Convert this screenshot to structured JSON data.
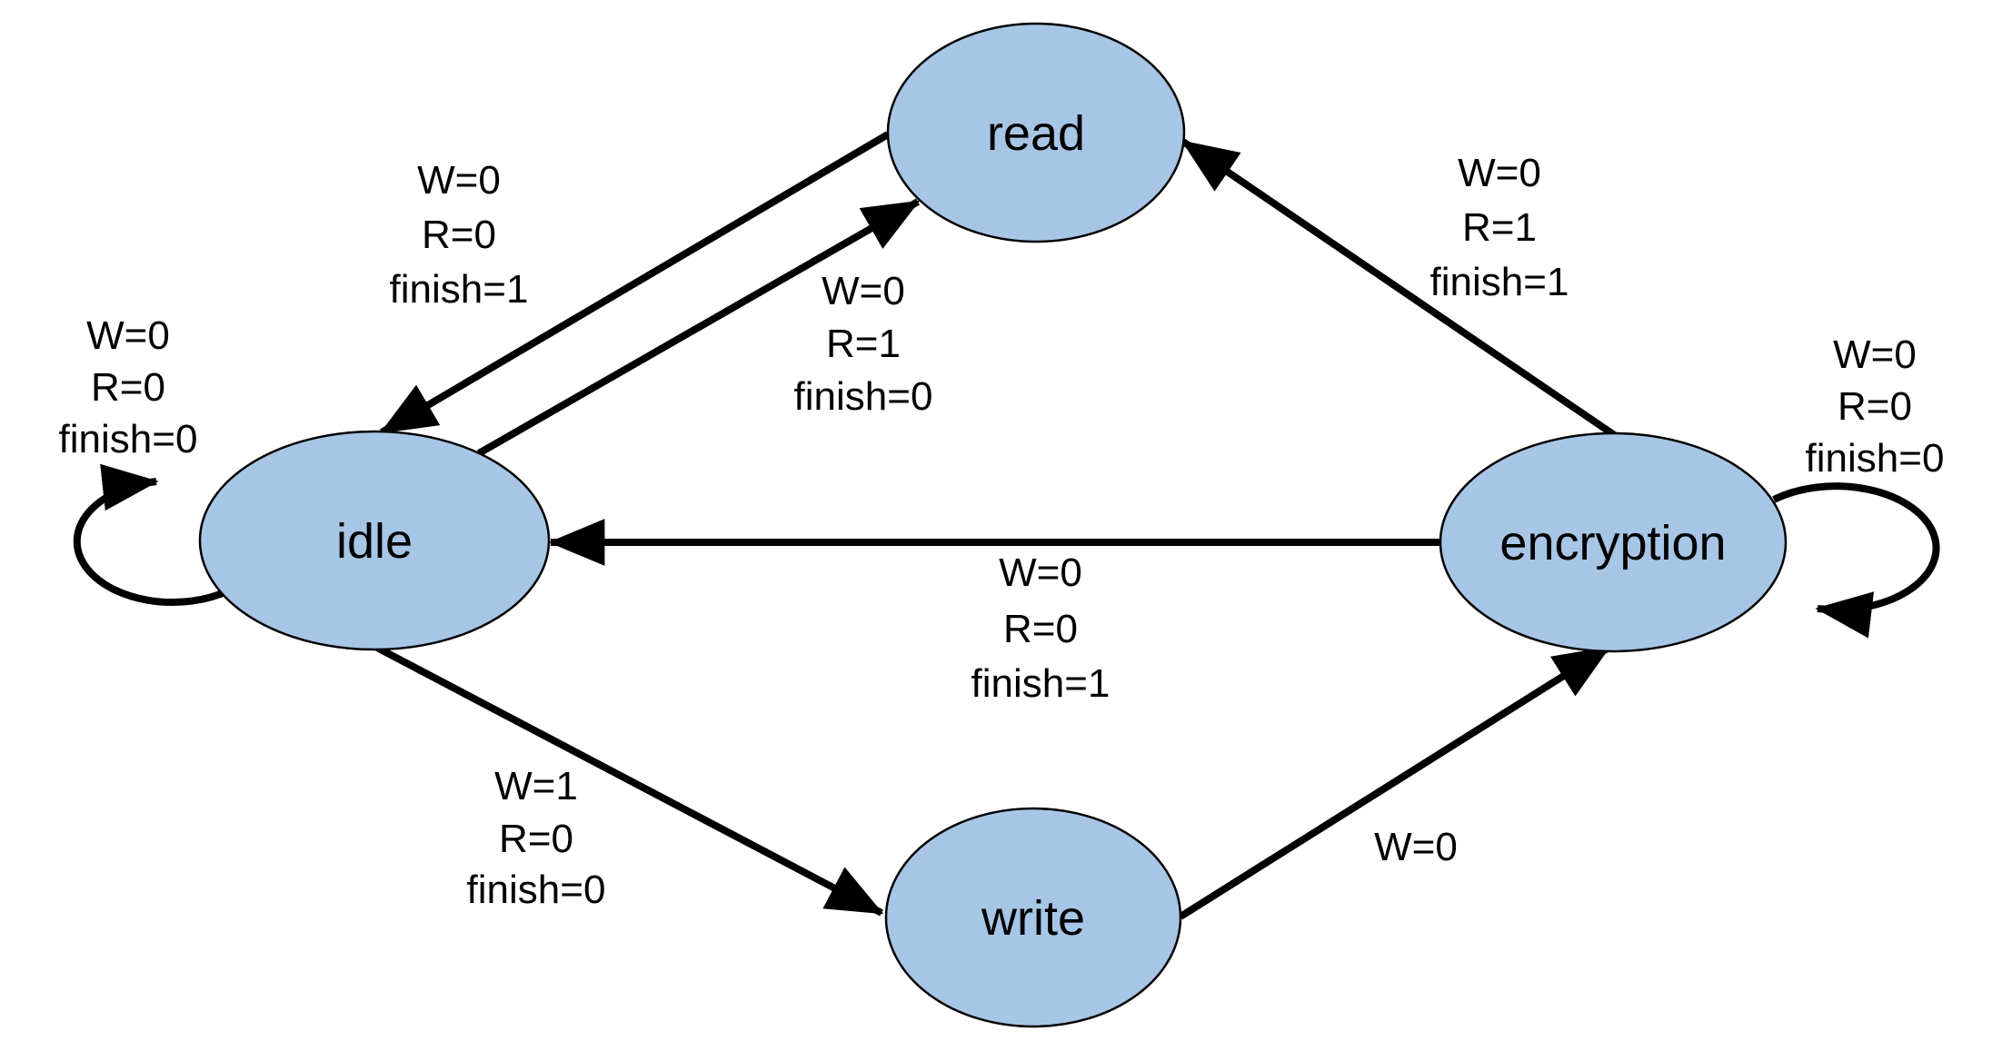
{
  "theme": {
    "background": "#ffffff",
    "node_fill": "#a7c6e6",
    "node_stroke": "#000000",
    "edge_color": "#000000",
    "text_color": "#000000"
  },
  "diagram": {
    "type": "finite-state-machine",
    "nodes": {
      "read": {
        "label": "read"
      },
      "idle": {
        "label": "idle"
      },
      "encryption": {
        "label": "encryption"
      },
      "write": {
        "label": "write"
      }
    },
    "transitions": {
      "read_to_idle": {
        "from": "read",
        "to": "idle",
        "lines": [
          "W=0",
          "R=0",
          "finish=1"
        ]
      },
      "idle_to_read": {
        "from": "idle",
        "to": "read",
        "lines": [
          "W=0",
          "R=1",
          "finish=0"
        ]
      },
      "encryption_to_read": {
        "from": "encryption",
        "to": "read",
        "lines": [
          "W=0",
          "R=1",
          "finish=1"
        ]
      },
      "encryption_to_idle": {
        "from": "encryption",
        "to": "idle",
        "lines": [
          "W=0",
          "R=0",
          "finish=1"
        ]
      },
      "idle_to_write": {
        "from": "idle",
        "to": "write",
        "lines": [
          "W=1",
          "R=0",
          "finish=0"
        ]
      },
      "write_to_encryption": {
        "from": "write",
        "to": "encryption",
        "lines": [
          "W=0"
        ]
      },
      "idle_self": {
        "from": "idle",
        "to": "idle",
        "lines": [
          "W=0",
          "R=0",
          "finish=0"
        ]
      },
      "encryption_self": {
        "from": "encryption",
        "to": "encryption",
        "lines": [
          "W=0",
          "R=0",
          "finish=0"
        ]
      }
    }
  }
}
